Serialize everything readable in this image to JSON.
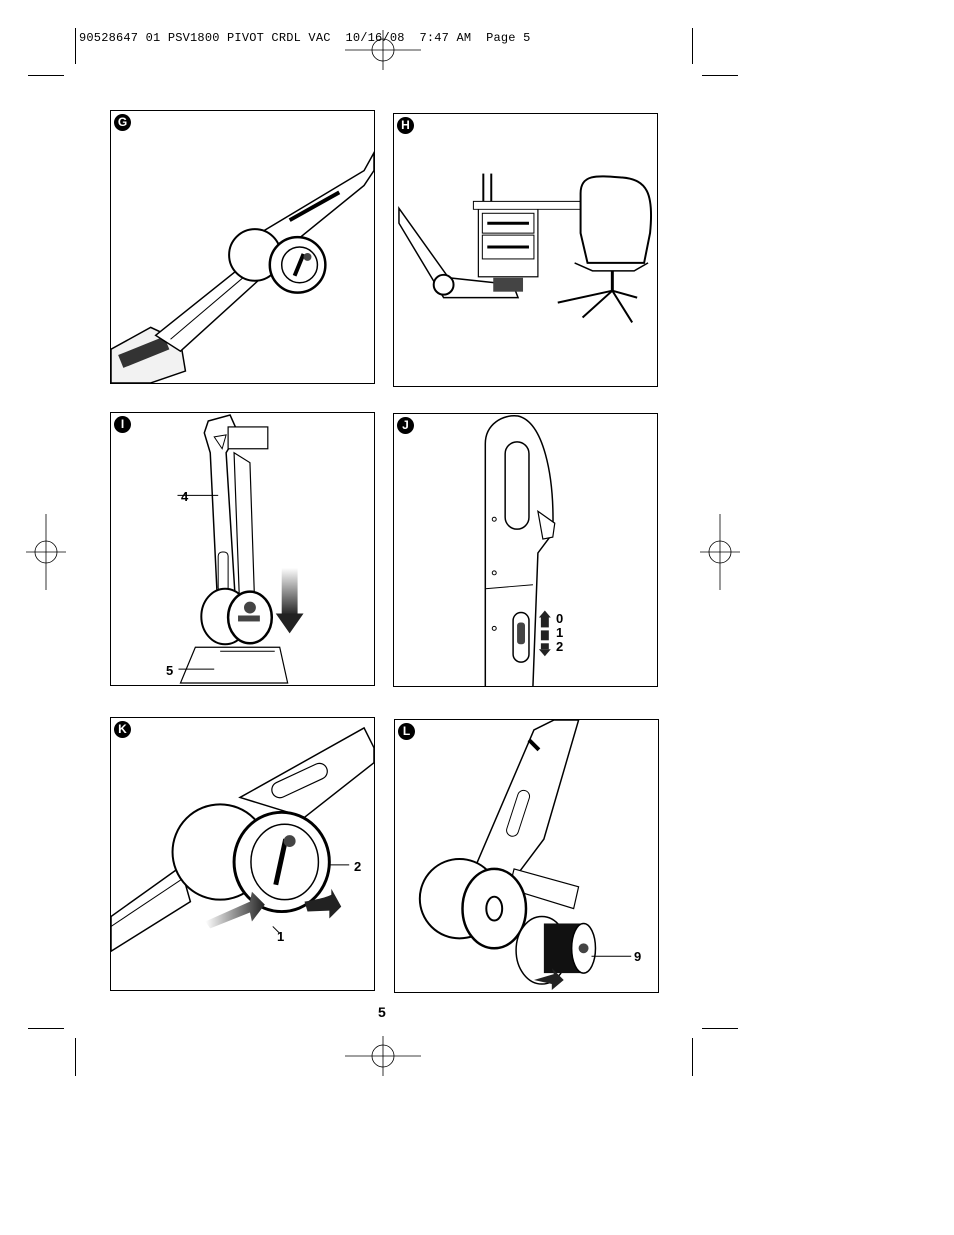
{
  "header": {
    "text": "90528647 01 PSV1800 PIVOT CRDL VAC  10/16/08  7:47 AM  Page 5"
  },
  "panels": {
    "g": {
      "letter": "G"
    },
    "h": {
      "letter": "H"
    },
    "i": {
      "letter": "I",
      "callout_4": "4",
      "callout_5": "5"
    },
    "j": {
      "letter": "J",
      "switch_0": "0",
      "switch_1": "1",
      "switch_2": "2"
    },
    "k": {
      "letter": "K",
      "callout_1": "1",
      "callout_2": "2"
    },
    "l": {
      "letter": "L",
      "callout_9": "9"
    }
  },
  "page_number": "5"
}
